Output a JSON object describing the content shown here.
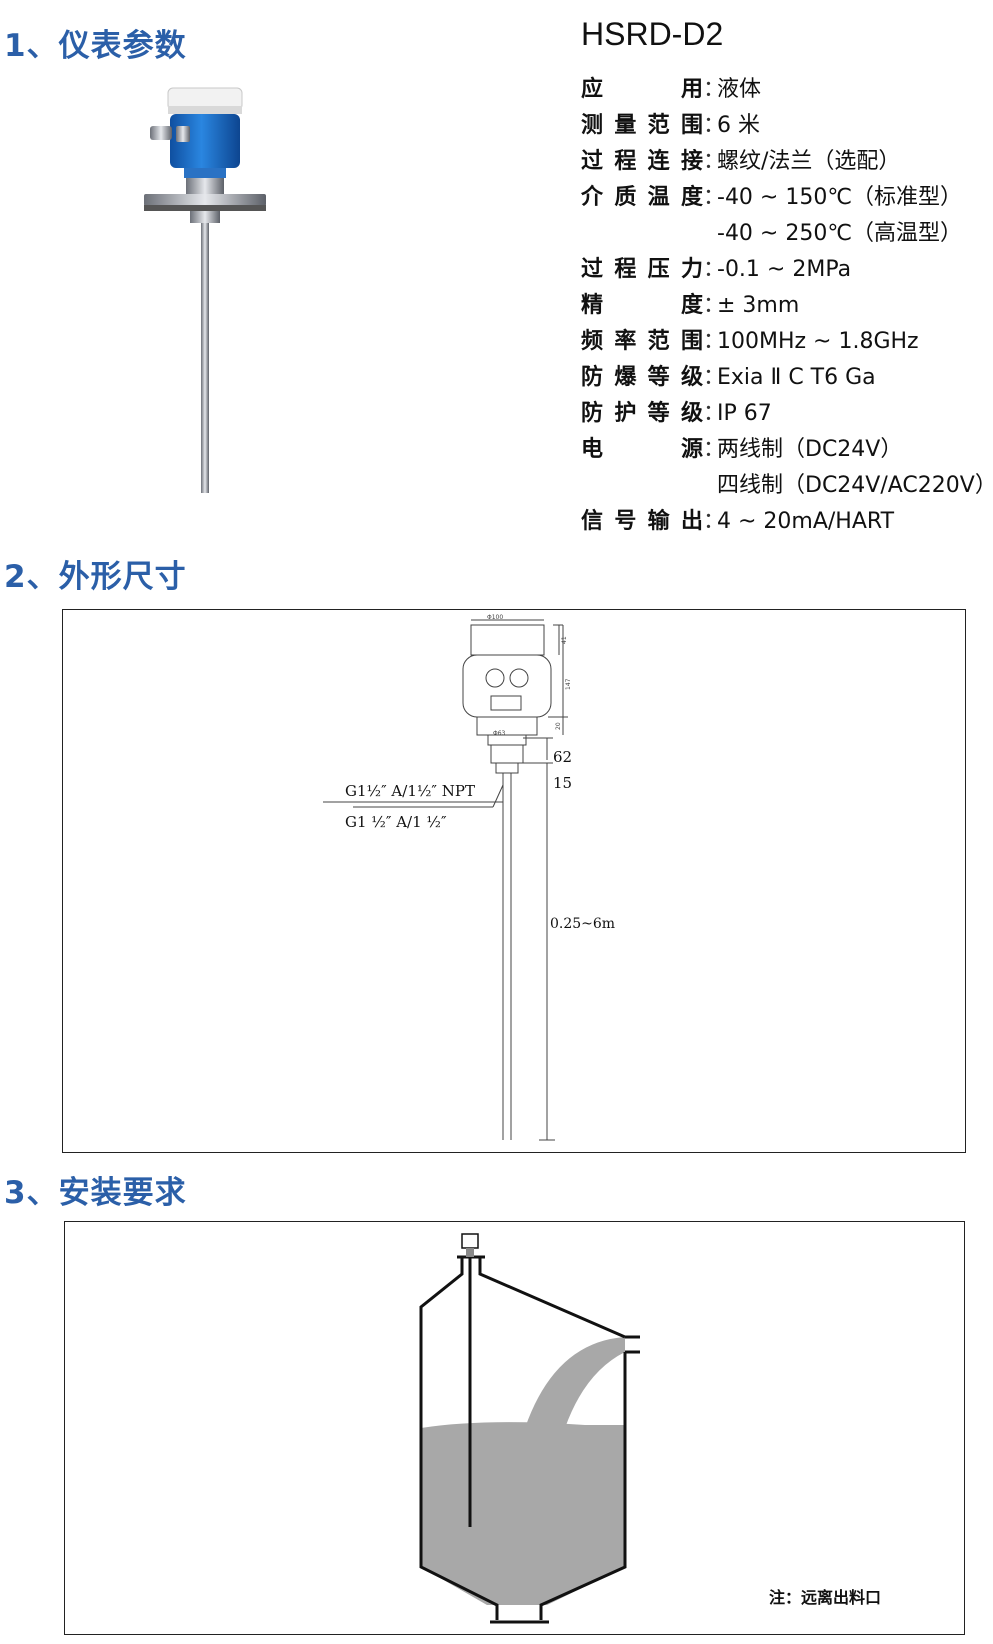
{
  "sections": {
    "params_title": "1、仪表参数",
    "dimensions_title": "2、外形尺寸",
    "install_title": "3、安装要求"
  },
  "model": "HSRD-D2",
  "specs": [
    {
      "key": "应用",
      "sep": "：",
      "value": "液体"
    },
    {
      "key": "测量范围",
      "sep": "：",
      "value": "6 米"
    },
    {
      "key": "过程连接",
      "sep": "：",
      "value": "螺纹/法兰（选配）"
    },
    {
      "key": "介质温度",
      "sep": "：",
      "value": "-40 ~ 150℃（标准型）"
    },
    {
      "key": "",
      "sep": "",
      "value": "-40 ~ 250℃（高温型）"
    },
    {
      "key": "过程压力",
      "sep": "：",
      "value": "-0.1 ~ 2MPa"
    },
    {
      "key": "精度",
      "sep": "：",
      "value": "± 3mm"
    },
    {
      "key": "频率范围",
      "sep": "：",
      "value": "100MHz ~ 1.8GHz"
    },
    {
      "key": "防爆等级",
      "sep": "：",
      "value": "Exia  Ⅱ C  T6  Ga"
    },
    {
      "key": "防护等级",
      "sep": "：",
      "value": "IP  67"
    },
    {
      "key": "电源",
      "sep": "：",
      "value": "两线制（DC24V）"
    },
    {
      "key": "",
      "sep": "",
      "value": "四线制（DC24V/AC220V）"
    },
    {
      "key": "信号输出",
      "sep": "：",
      "value": "4 ~ 20mA/HART"
    }
  ],
  "dimensions": {
    "dim_62": "62",
    "dim_15": "15",
    "thread_1": "G1½″  A/1½″  NPT",
    "thread_2": "G1 ½″   A/1 ½″",
    "length": "0.25~6m",
    "small_width": "Φ100",
    "small_h1": "41",
    "small_h2": "147",
    "small_h3": "20",
    "small_d": "Φ63"
  },
  "install": {
    "note": "注：远离出料口"
  },
  "colors": {
    "title_blue": "#2b5fa8",
    "housing_blue": "#1f6fc9",
    "liquid_gray": "#a8a8a8"
  }
}
